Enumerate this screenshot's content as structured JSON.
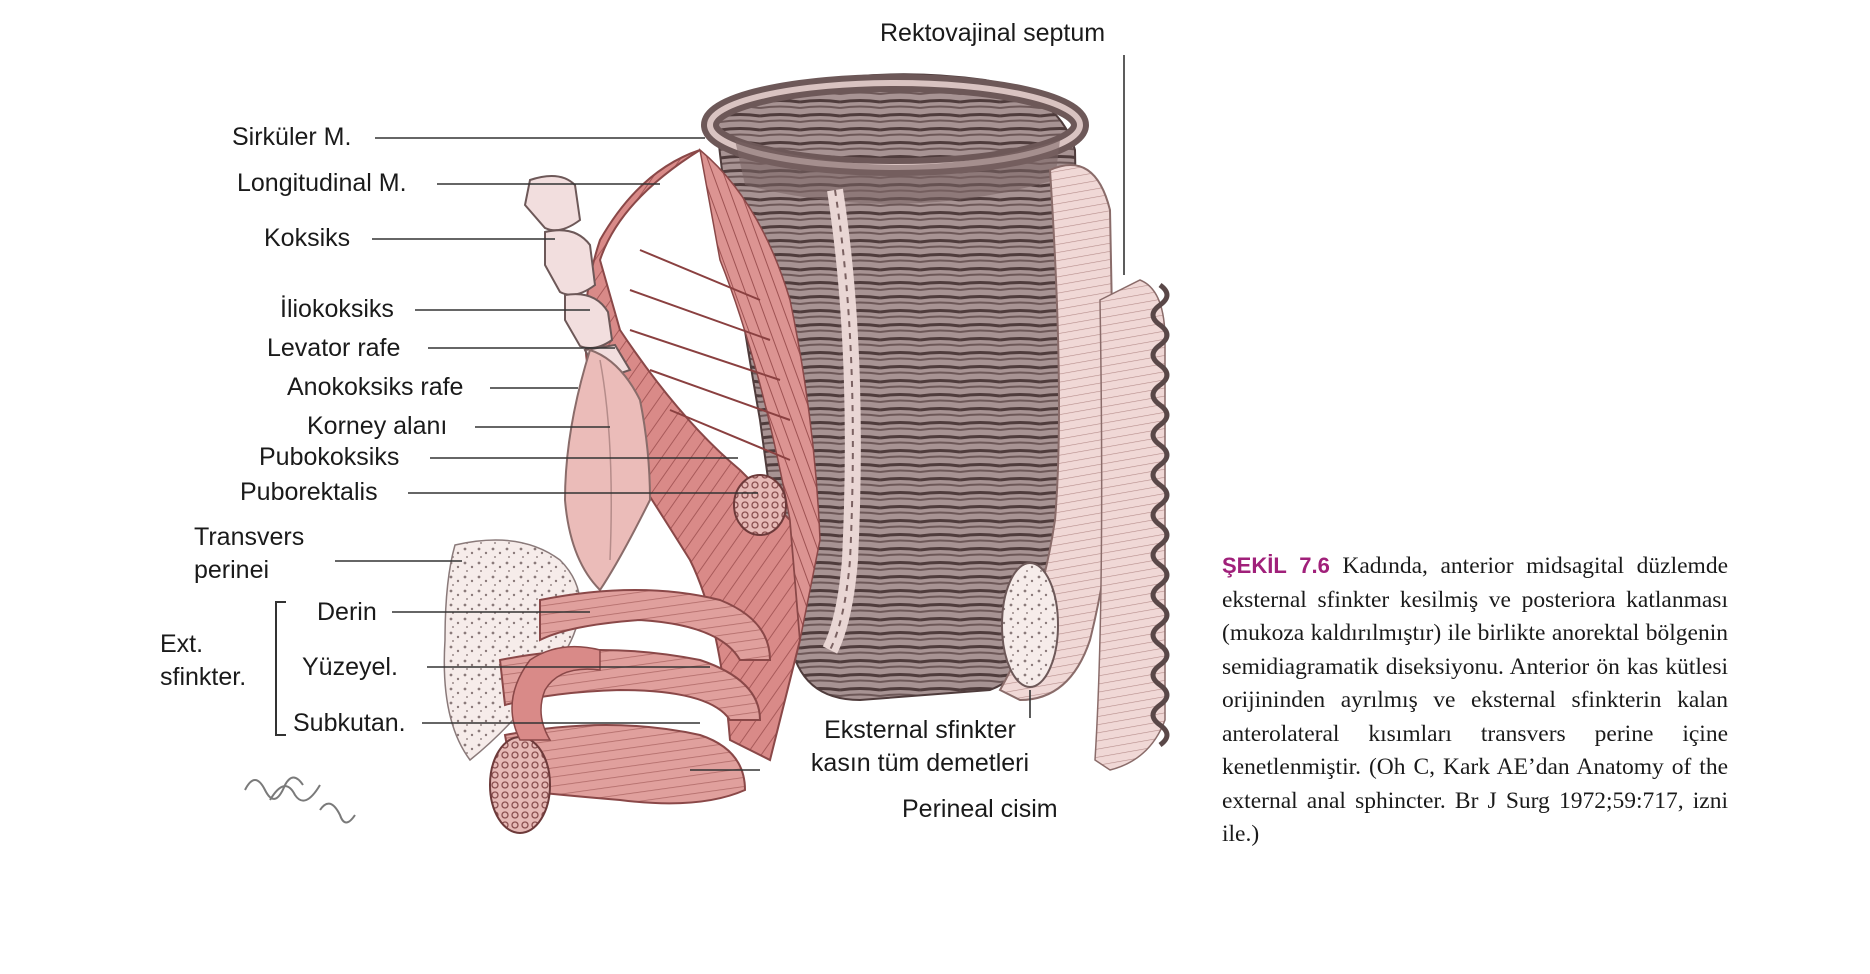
{
  "labels": {
    "rektovajinal": "Rektovajinal septum",
    "sirkuler": "Sirküler M.",
    "longitudinal": "Longitudinal M.",
    "koksiks": "Koksiks",
    "iliokoksiks": "İliokoksiks",
    "levator_rafe": "Levator rafe",
    "anokoksiks": "Anokoksiks rafe",
    "korney": "Korney alanı",
    "pubokoksiks": "Pubokoksiks",
    "puborektalis": "Puborektalis",
    "transvers_1": "Transvers",
    "transvers_2": "perinei",
    "derin": "Derin",
    "ext_1": "Ext.",
    "ext_2": "sfinkter.",
    "yuzeyel": "Yüzeyel.",
    "subkutan": "Subkutan.",
    "eksternal_1": "Eksternal sfinkter",
    "eksternal_2": "kasın tüm demetleri",
    "perineal": "Perineal cisim"
  },
  "caption": {
    "figure_label": "ŞEKİL 7.6",
    "text": "Kadında, anterior midsagital düzlemde eksternal sfinkter kesilmiş ve posteriora katlanması (mukoza kaldırılmıştır) ile birlikte anorektal bölgenin semidiagramatik diseksiyonu. Anterior ön kas kütlesi orijininden ayrılmış ve eksternal sfinkterin kalan anterolateral kısımları transvers perine içine kenetlenmiştir. (Oh C, Kark AE’dan Anatomy of the external anal sphincter. Br J Surg 1972;59:717, izni ile.)"
  },
  "colors": {
    "muscle": "#d98a88",
    "muscle_dark": "#a85a5a",
    "wall": "#9b8585",
    "wall_dark": "#5e4a4a",
    "bone": "#f2dede",
    "pale": "#f4e2e0",
    "leader": "#333333",
    "caption_accent": "#a0207a"
  }
}
